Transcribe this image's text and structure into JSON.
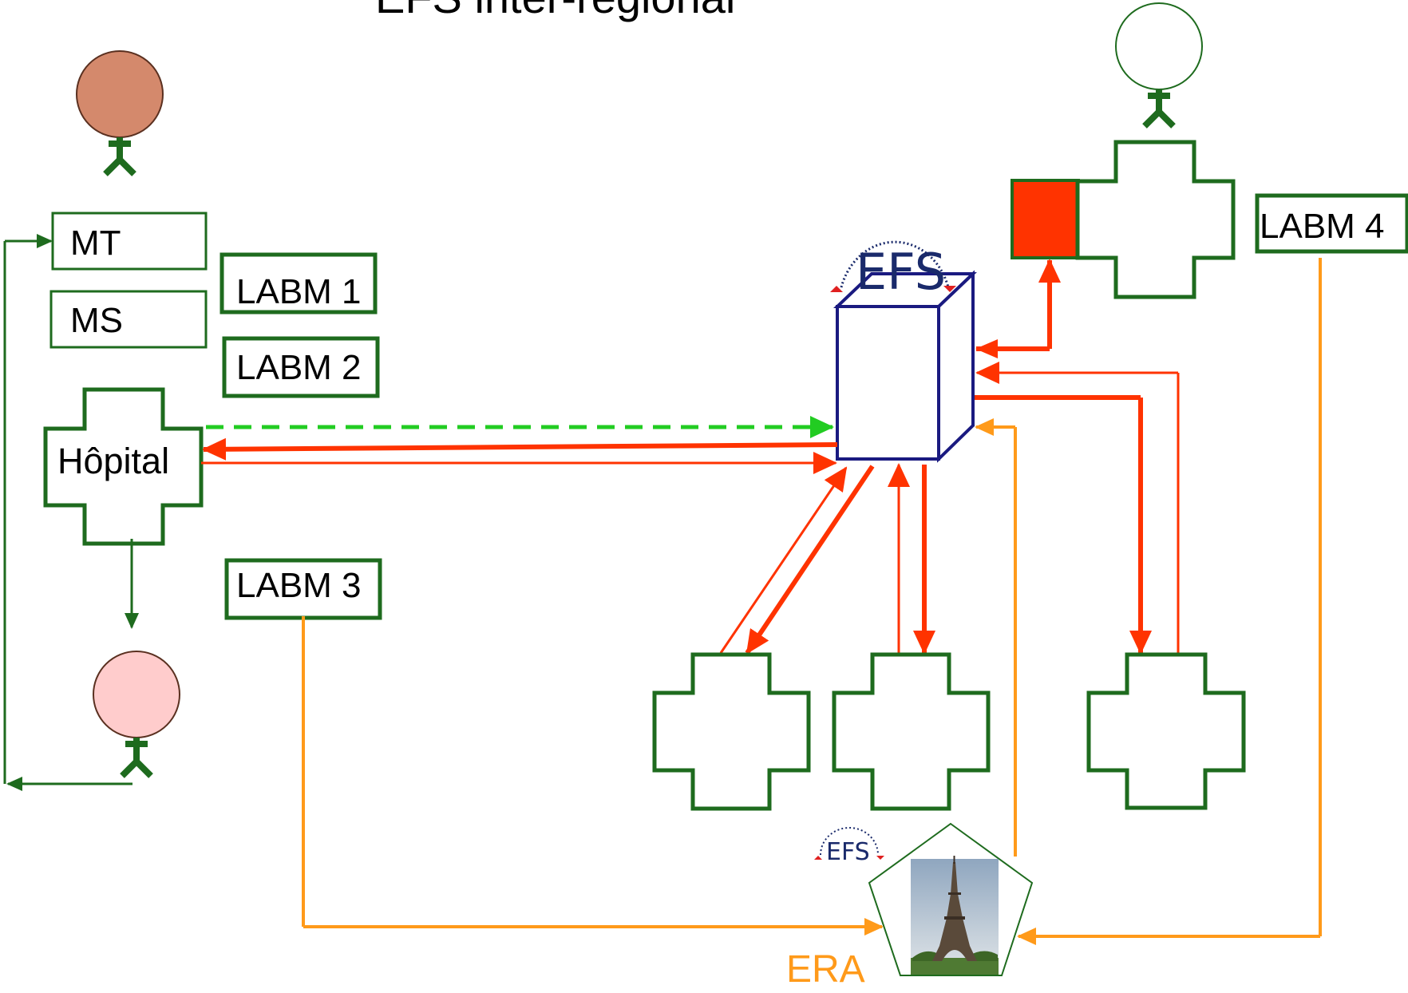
{
  "diagram": {
    "title": "EFS inter-régional",
    "boxes": {
      "mt": "MT",
      "ms": "MS",
      "labm1": "LABM 1",
      "labm2": "LABM 2",
      "labm3": "LABM 3",
      "labm4": "LABM 4"
    },
    "hospital_label": "Hôpital",
    "efs_logo_text": "EFS",
    "era_label": "ERA",
    "colors": {
      "green": "#1e6b1e",
      "red_arrow": "#ff3300",
      "orange_arrow": "#ff9a1a",
      "green_dashed": "#22cc22",
      "efs_blue": "#1a1a80",
      "patient_brown": "#d4896c",
      "patient_pink": "#ffcccc",
      "red_square": "#ff3300",
      "era_orange": "#ff9a1a"
    }
  }
}
